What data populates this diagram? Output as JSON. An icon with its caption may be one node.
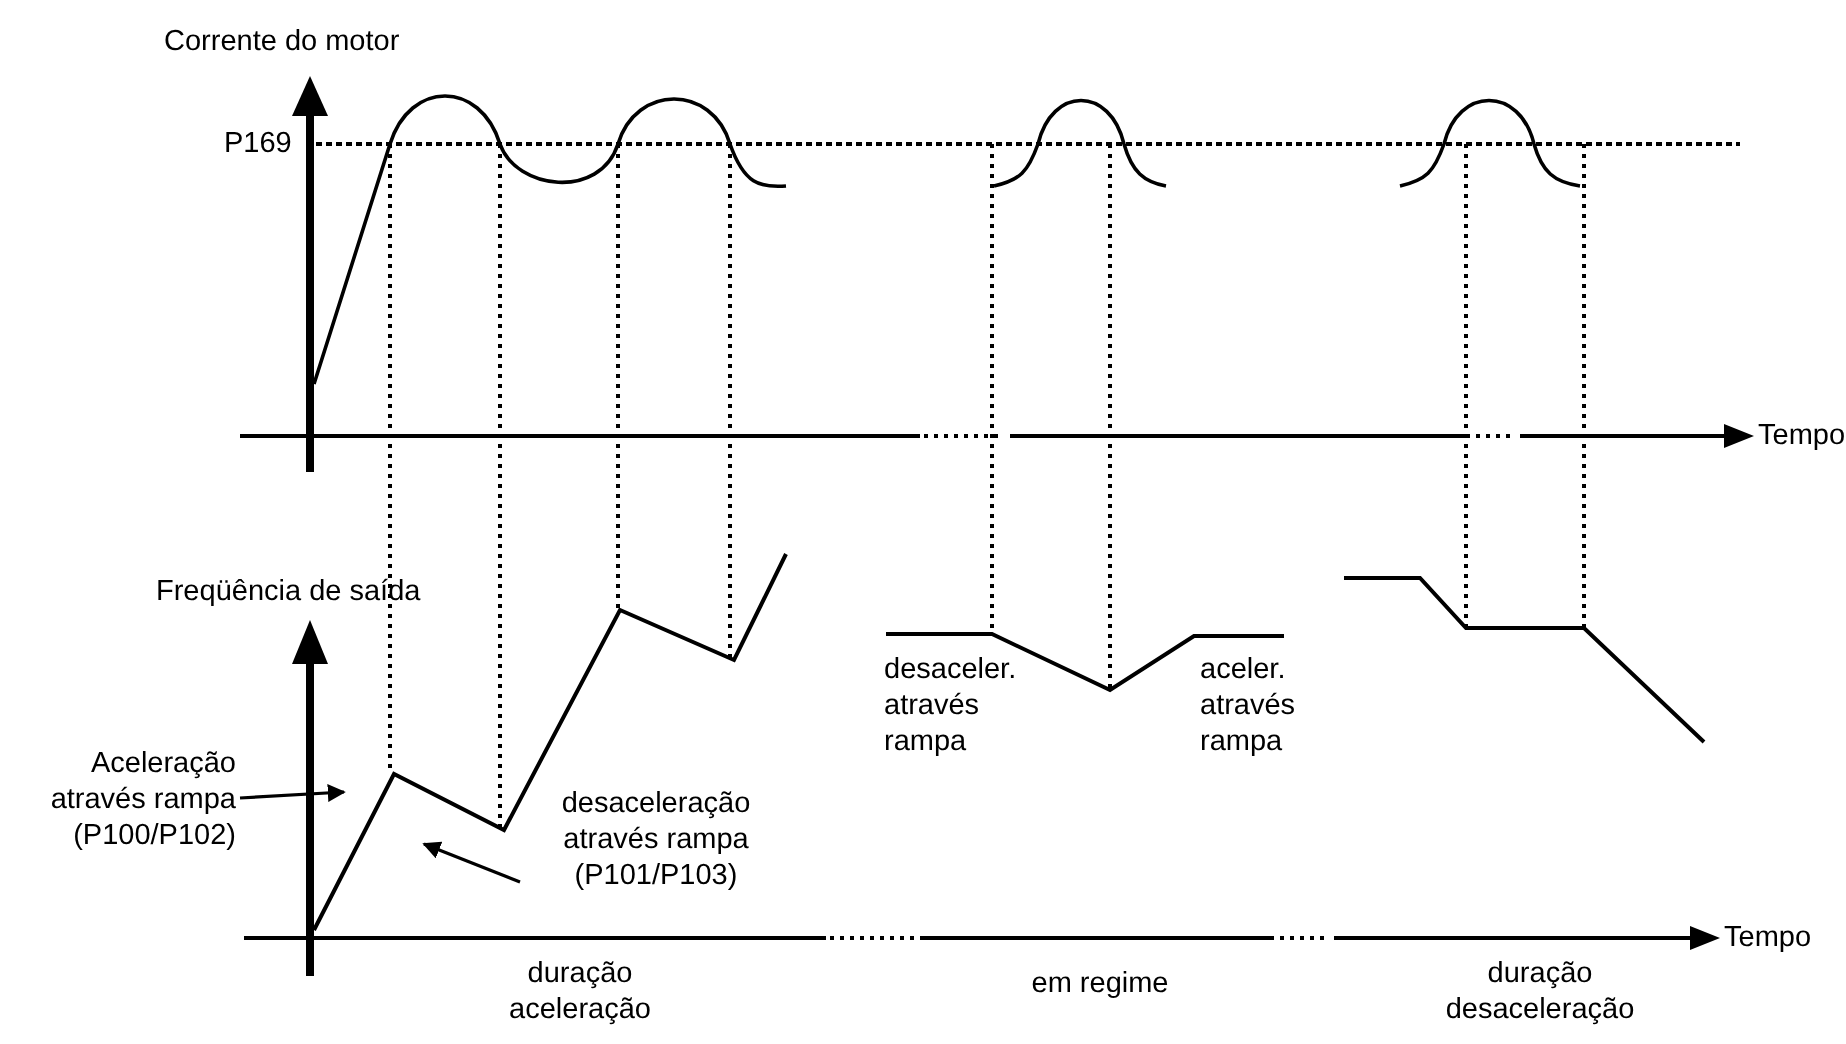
{
  "diagram": {
    "nodes": [
      {
        "text": [
          "Aceleração através rampa (P100/P102)"
        ]
      },
      {
        "text": [
          "desaceleração através rampa (P101/P103)"
        ]
      }
    ],
    "edges": [
      {
        "from": 0,
        "to": null,
        "arrow": "to"
      },
      {
        "from": 1,
        "to": null,
        "arrow": "to"
      }
    ],
    "labels": [
      "Corrente do motor",
      "P169",
      "Tempo",
      "Freqüência de saída",
      "desaceler. através rampa",
      "aceler. através rampa",
      "Tempo",
      "duração aceleração",
      "em regime",
      "duração desaceleração"
    ]
  }
}
